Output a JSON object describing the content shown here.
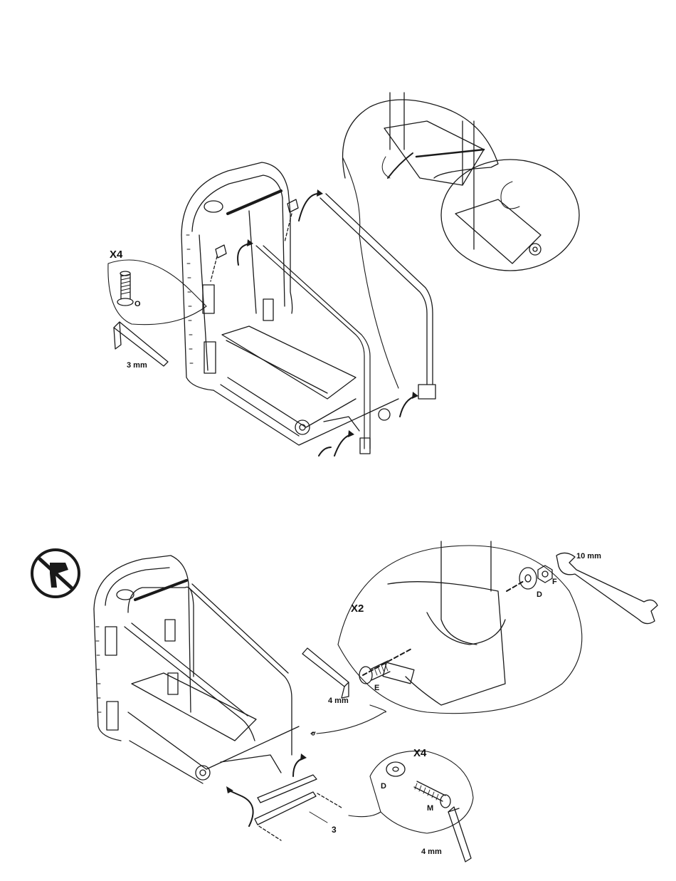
{
  "step1": {
    "quantity": "X4",
    "part_letter": "O",
    "tool_size": "3 mm"
  },
  "step2": {
    "quantity_upper": "X2",
    "quantity_lower": "X4",
    "parts": {
      "bolt": "E",
      "washer": "D",
      "nut": "F",
      "bolt_lower": "M",
      "washer_lower": "D"
    },
    "tool_upper": "4 mm",
    "tool_lower": "4 mm",
    "wrench_size": "10 mm",
    "crossbar_part": "3"
  }
}
